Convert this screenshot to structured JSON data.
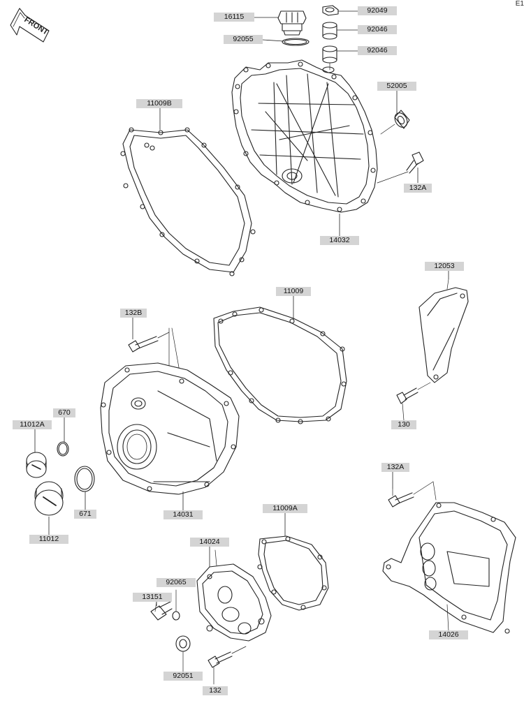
{
  "diagram": {
    "front_marker": "FRONT",
    "corner_text": "E1",
    "parts": [
      {
        "key": "16115",
        "label": "16115"
      },
      {
        "key": "92049",
        "label": "92049"
      },
      {
        "key": "92046a",
        "label": "92046"
      },
      {
        "key": "92055",
        "label": "92055"
      },
      {
        "key": "92046b",
        "label": "92046"
      },
      {
        "key": "52005",
        "label": "52005"
      },
      {
        "key": "11009B",
        "label": "11009B"
      },
      {
        "key": "132A_top",
        "label": "132A"
      },
      {
        "key": "14032",
        "label": "14032"
      },
      {
        "key": "12053",
        "label": "12053"
      },
      {
        "key": "11009",
        "label": "11009"
      },
      {
        "key": "132B",
        "label": "132B"
      },
      {
        "key": "670",
        "label": "670"
      },
      {
        "key": "11012A",
        "label": "11012A"
      },
      {
        "key": "130",
        "label": "130"
      },
      {
        "key": "671",
        "label": "671"
      },
      {
        "key": "14031",
        "label": "14031"
      },
      {
        "key": "11012",
        "label": "11012"
      },
      {
        "key": "132A_bottom",
        "label": "132A"
      },
      {
        "key": "11009A",
        "label": "11009A"
      },
      {
        "key": "14024",
        "label": "14024"
      },
      {
        "key": "92065",
        "label": "92065"
      },
      {
        "key": "13151",
        "label": "13151"
      },
      {
        "key": "92051",
        "label": "92051"
      },
      {
        "key": "132",
        "label": "132"
      },
      {
        "key": "14026",
        "label": "14026"
      }
    ]
  }
}
